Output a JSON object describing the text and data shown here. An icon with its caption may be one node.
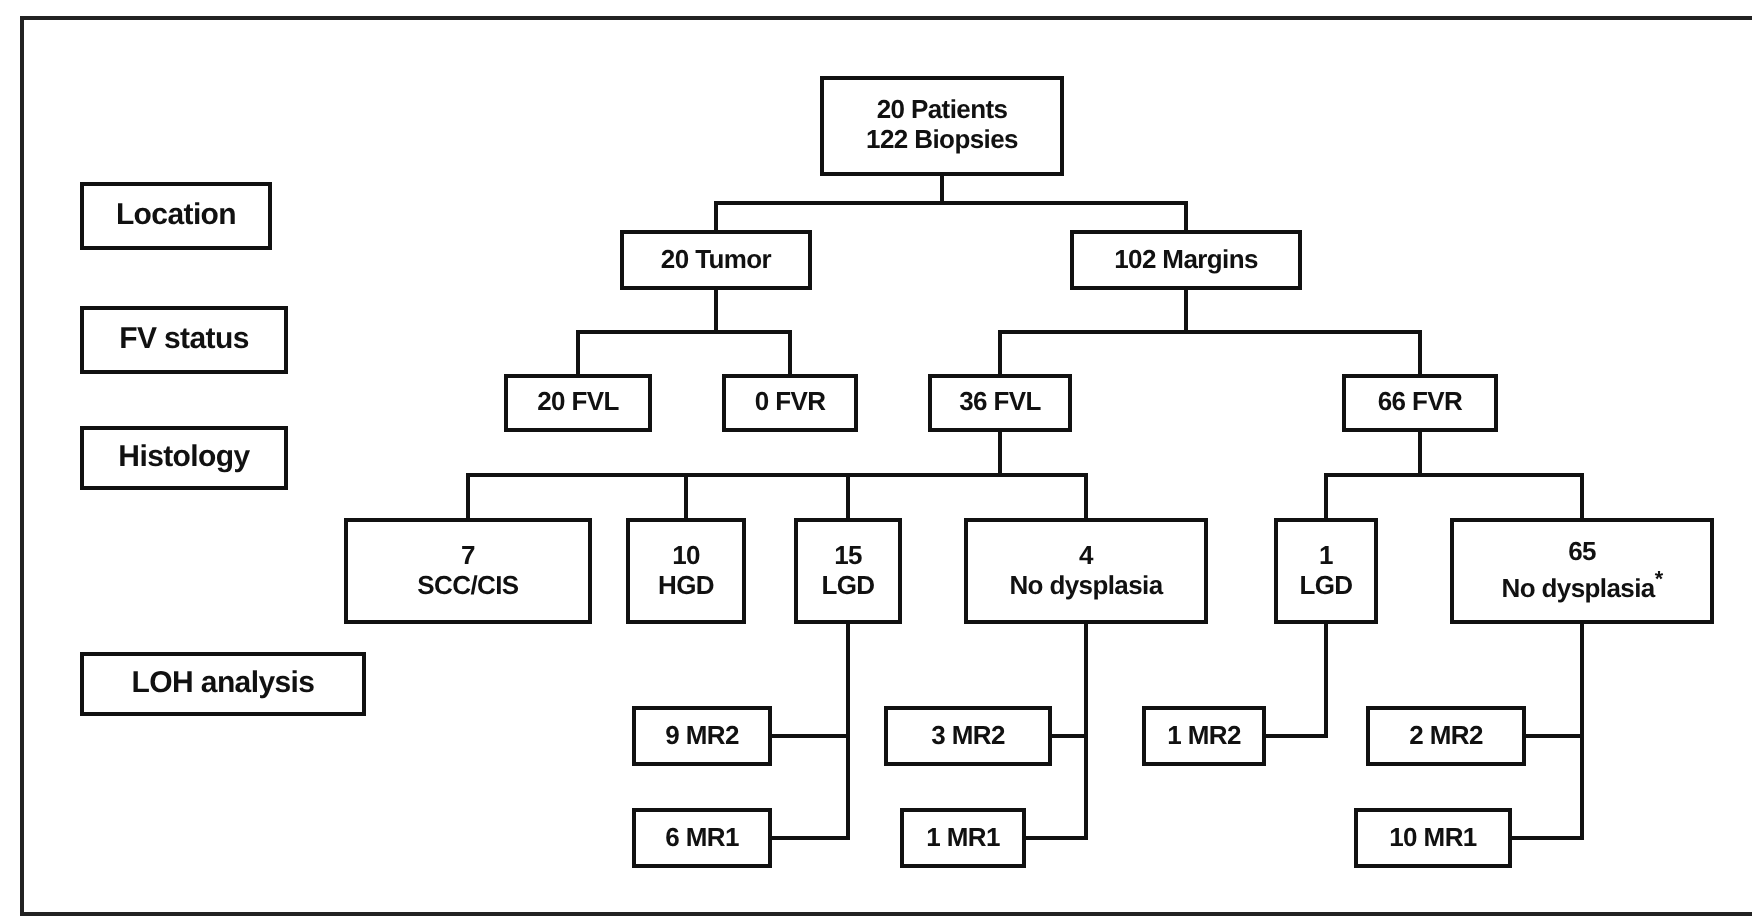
{
  "diagram": {
    "nodes": [
      {
        "text": [
          "20 Patients",
          "122 Biopsies"
        ]
      },
      {
        "text": [
          "Location"
        ]
      },
      {
        "text": [
          "20 Tumor"
        ]
      },
      {
        "text": [
          "102 Margins"
        ]
      },
      {
        "text": [
          "FV status"
        ]
      },
      {
        "text": [
          "20 FVL"
        ]
      },
      {
        "text": [
          "0 FVR"
        ]
      },
      {
        "text": [
          "36 FVL"
        ]
      },
      {
        "text": [
          "66 FVR"
        ]
      },
      {
        "text": [
          "Histology"
        ]
      },
      {
        "text": [
          "7",
          "SCC/CIS"
        ]
      },
      {
        "text": [
          "10",
          "HGD"
        ]
      },
      {
        "text": [
          "15",
          "LGD"
        ]
      },
      {
        "text": [
          "4",
          "No dysplasia"
        ]
      },
      {
        "text": [
          "1",
          "LGD"
        ]
      },
      {
        "text": [
          "65",
          "No dysplasia$^{*}$"
        ]
      },
      {
        "text": [
          "LOH analysis"
        ]
      },
      {
        "text": [
          "9 MR2"
        ]
      },
      {
        "text": [
          "3 MR2"
        ]
      },
      {
        "text": [
          "1 MR2"
        ]
      },
      {
        "text": [
          "2 MR2"
        ]
      },
      {
        "text": [
          "6 MR1"
        ]
      },
      {
        "text": [
          "1 MR1"
        ]
      },
      {
        "text": [
          "10 MR1"
        ]
      }
    ],
    "edges": [
      {
        "from": 0,
        "to": 2,
        "arrow": "none"
      },
      {
        "from": 0,
        "to": 3,
        "arrow": "none"
      },
      {
        "from": 2,
        "to": 5,
        "arrow": "none"
      },
      {
        "from": 2,
        "to": 6,
        "arrow": "none"
      },
      {
        "from": 3,
        "to": 7,
        "arrow": "none"
      },
      {
        "from": 3,
        "to": 8,
        "arrow": "none"
      },
      {
        "from": 7,
        "to": 10,
        "arrow": "none"
      },
      {
        "from": 7,
        "to": 11,
        "arrow": "none"
      },
      {
        "from": 7,
        "to": 12,
        "arrow": "none"
      },
      {
        "from": 7,
        "to": 13,
        "arrow": "none"
      },
      {
        "from": 8,
        "to": 14,
        "arrow": "none"
      },
      {
        "from": 8,
        "to": 15,
        "arrow": "none"
      },
      {
        "from": 12,
        "to": 17,
        "arrow": "none"
      },
      {
        "from": 12,
        "to": 21,
        "arrow": "none"
      },
      {
        "from": 13,
        "to": 18,
        "arrow": "none"
      },
      {
        "from": 13,
        "to": 22,
        "arrow": "none"
      },
      {
        "from": 14,
        "to": 19,
        "arrow": "none"
      },
      {
        "from": 15,
        "to": 20,
        "arrow": "none"
      },
      {
        "from": 15,
        "to": 23,
        "arrow": "none"
      }
    ]
  }
}
